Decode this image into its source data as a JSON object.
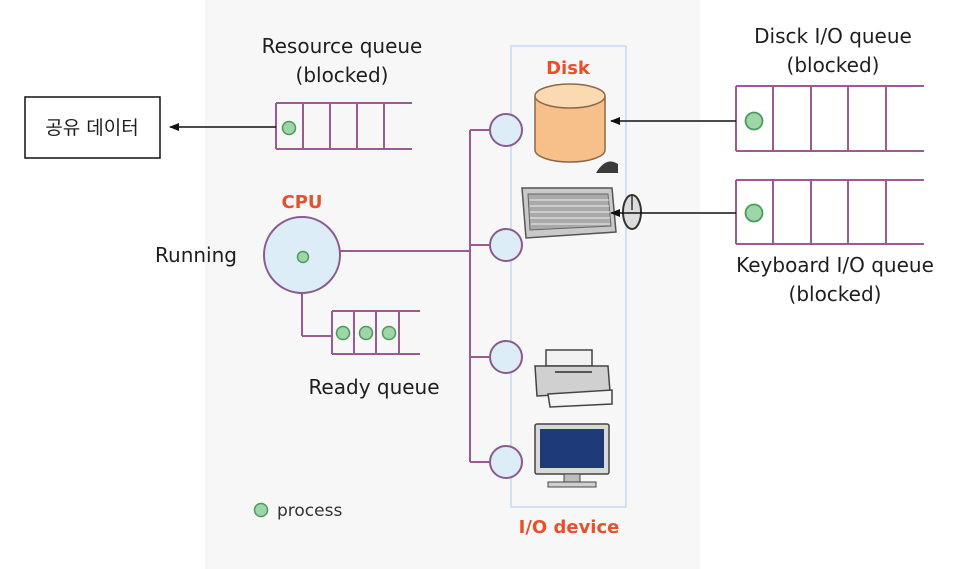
{
  "labels": {
    "shared_data": "공유 데이터",
    "resource_queue": [
      "Resource queue",
      "(blocked)"
    ],
    "cpu": "CPU",
    "running": "Running",
    "ready_queue": "Ready queue",
    "disk": "Disk",
    "io_device": "I/O device",
    "disk_queue": [
      "Disck I/O queue",
      "(blocked)"
    ],
    "keyboard_queue": [
      "Keyboard I/O queue",
      "(blocked)"
    ],
    "legend_process": "process"
  },
  "icons": {
    "disk": "disk-cylinder-icon",
    "keyboard": "keyboard-icon",
    "mouse": "mouse-icon",
    "printer": "printer-icon",
    "monitor": "monitor-icon",
    "process": "process-dot-icon"
  },
  "colors": {
    "line": "#9b5a92",
    "node_fill": "#dcedf7",
    "node_stroke": "#8b5a8e",
    "process_fill": "#9fd6a8",
    "process_stroke": "#4c9a5b",
    "disk_fill": "#f7c08a",
    "accent_red": "#e8502d"
  }
}
